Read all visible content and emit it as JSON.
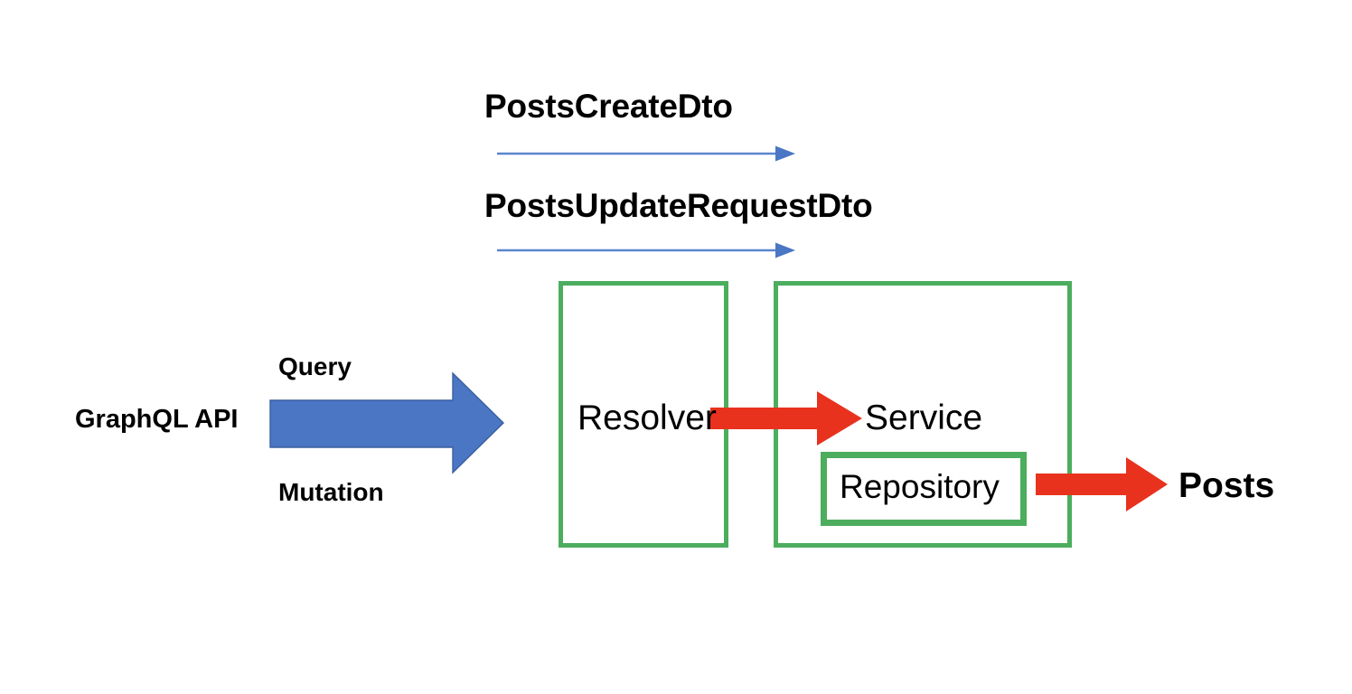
{
  "diagram": {
    "title": "GraphQL API request flow",
    "colors": {
      "green_border": "#4cad5e",
      "red_arrow": "#e8321e",
      "blue_arrow": "#4a76c4",
      "thin_arrow_line": "#5b86cc",
      "text": "#000000",
      "background": "#ffffff"
    },
    "dto_flows": [
      {
        "label": "PostsCreateDto",
        "arrow_name": "thin-arrow-create",
        "direction": "left-to-right"
      },
      {
        "label": "PostsUpdateRequestDto",
        "arrow_name": "thin-arrow-update",
        "direction": "left-to-right"
      }
    ],
    "source": {
      "label": "GraphQL API",
      "operations": {
        "top": "Query",
        "bottom": "Mutation"
      },
      "arrow_name": "blue-block-arrow",
      "arrow_direction": "left-to-right"
    },
    "components": [
      {
        "id": "resolver",
        "label": "Resolver"
      },
      {
        "id": "service",
        "label": "Service"
      },
      {
        "id": "repository",
        "label": "Repository"
      }
    ],
    "datastore": {
      "label": "Posts"
    },
    "connections": [
      {
        "from": "Resolver",
        "to": "Service",
        "style": "red-block-arrow"
      },
      {
        "from": "Repository",
        "to": "Posts",
        "style": "red-block-arrow"
      }
    ]
  }
}
